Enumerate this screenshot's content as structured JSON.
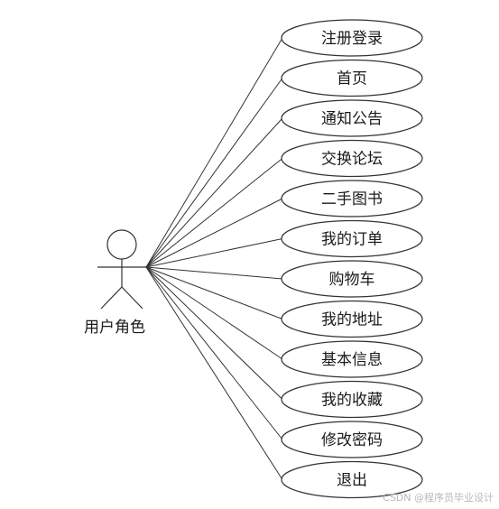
{
  "actor": {
    "label": "用户角色"
  },
  "use_cases": [
    {
      "label": "注册登录"
    },
    {
      "label": "首页"
    },
    {
      "label": "通知公告"
    },
    {
      "label": "交换论坛"
    },
    {
      "label": "二手图书"
    },
    {
      "label": "我的订单"
    },
    {
      "label": "购物车"
    },
    {
      "label": "我的地址"
    },
    {
      "label": "基本信息"
    },
    {
      "label": "我的收藏"
    },
    {
      "label": "修改密码"
    },
    {
      "label": "退出"
    }
  ],
  "watermark": "CSDN @程序员毕业设计",
  "colors": {
    "line": "#333333",
    "ellipse_fill": "#ffffff",
    "text": "#1a1a1a"
  }
}
